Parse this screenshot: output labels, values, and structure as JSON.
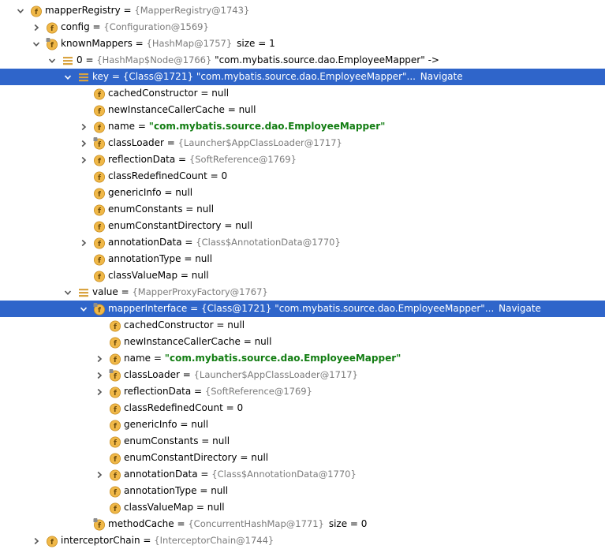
{
  "colors": {
    "selection": "#2f65ca",
    "field_icon": "#f0b848",
    "type_text": "#7b7b7b",
    "string_value": "#127d12"
  },
  "rows": [
    {
      "depth": 0,
      "arrow": "down",
      "icon": "field-icon",
      "name": "mapperRegistry",
      "type": "{MapperRegistry@1743}"
    },
    {
      "depth": 1,
      "arrow": "right",
      "icon": "field-icon",
      "name": "config",
      "type": "{Configuration@1569}"
    },
    {
      "depth": 1,
      "arrow": "down",
      "icon": "field-lock-icon",
      "name": "knownMappers",
      "type": "{HashMap@1757}",
      "extra": "size = 1"
    },
    {
      "depth": 2,
      "arrow": "down",
      "icon": "entry-icon",
      "name": "0",
      "type": "{HashMap$Node@1766}",
      "value": "\"com.mybatis.source.dao.EmployeeMapper\" ->"
    },
    {
      "depth": 3,
      "arrow": "down",
      "icon": "entry-icon",
      "name": "key",
      "selected": true,
      "value": "{Class@1721} \"com.mybatis.source.dao.EmployeeMapper\"...",
      "nav": "Navigate"
    },
    {
      "depth": 4,
      "icon": "field-icon",
      "name": "cachedConstructor",
      "value": "null"
    },
    {
      "depth": 4,
      "icon": "field-icon",
      "name": "newInstanceCallerCache",
      "value": "null"
    },
    {
      "depth": 4,
      "arrow": "right",
      "icon": "field-icon",
      "name": "name",
      "str": "\"com.mybatis.source.dao.EmployeeMapper\""
    },
    {
      "depth": 4,
      "arrow": "right",
      "icon": "field-lock-icon",
      "name": "classLoader",
      "type": "{Launcher$AppClassLoader@1717}"
    },
    {
      "depth": 4,
      "arrow": "right",
      "icon": "field-icon",
      "name": "reflectionData",
      "type": "{SoftReference@1769}"
    },
    {
      "depth": 4,
      "icon": "field-icon",
      "name": "classRedefinedCount",
      "value": "0"
    },
    {
      "depth": 4,
      "icon": "field-icon",
      "name": "genericInfo",
      "value": "null"
    },
    {
      "depth": 4,
      "icon": "field-icon",
      "name": "enumConstants",
      "value": "null"
    },
    {
      "depth": 4,
      "icon": "field-icon",
      "name": "enumConstantDirectory",
      "value": "null"
    },
    {
      "depth": 4,
      "arrow": "right",
      "icon": "field-icon",
      "name": "annotationData",
      "type": "{Class$AnnotationData@1770}"
    },
    {
      "depth": 4,
      "icon": "field-icon",
      "name": "annotationType",
      "value": "null"
    },
    {
      "depth": 4,
      "icon": "field-icon",
      "name": "classValueMap",
      "value": "null"
    },
    {
      "depth": 3,
      "arrow": "down",
      "icon": "entry-icon",
      "name": "value",
      "type": "{MapperProxyFactory@1767}"
    },
    {
      "depth": 4,
      "arrow": "down",
      "icon": "field-lock-icon",
      "name": "mapperInterface",
      "selected": true,
      "value": "{Class@1721} \"com.mybatis.source.dao.EmployeeMapper\"...",
      "nav": "Navigate"
    },
    {
      "depth": 5,
      "icon": "field-icon",
      "name": "cachedConstructor",
      "value": "null"
    },
    {
      "depth": 5,
      "icon": "field-icon",
      "name": "newInstanceCallerCache",
      "value": "null"
    },
    {
      "depth": 5,
      "arrow": "right",
      "icon": "field-icon",
      "name": "name",
      "str": "\"com.mybatis.source.dao.EmployeeMapper\""
    },
    {
      "depth": 5,
      "arrow": "right",
      "icon": "field-lock-icon",
      "name": "classLoader",
      "type": "{Launcher$AppClassLoader@1717}"
    },
    {
      "depth": 5,
      "arrow": "right",
      "icon": "field-icon",
      "name": "reflectionData",
      "type": "{SoftReference@1769}"
    },
    {
      "depth": 5,
      "icon": "field-icon",
      "name": "classRedefinedCount",
      "value": "0"
    },
    {
      "depth": 5,
      "icon": "field-icon",
      "name": "genericInfo",
      "value": "null"
    },
    {
      "depth": 5,
      "icon": "field-icon",
      "name": "enumConstants",
      "value": "null"
    },
    {
      "depth": 5,
      "icon": "field-icon",
      "name": "enumConstantDirectory",
      "value": "null"
    },
    {
      "depth": 5,
      "arrow": "right",
      "icon": "field-icon",
      "name": "annotationData",
      "type": "{Class$AnnotationData@1770}"
    },
    {
      "depth": 5,
      "icon": "field-icon",
      "name": "annotationType",
      "value": "null"
    },
    {
      "depth": 5,
      "icon": "field-icon",
      "name": "classValueMap",
      "value": "null"
    },
    {
      "depth": 4,
      "icon": "field-lock-icon",
      "name": "methodCache",
      "type": "{ConcurrentHashMap@1771}",
      "extra": "size = 0"
    },
    {
      "depth": 1,
      "arrow": "right",
      "icon": "field-icon",
      "name": "interceptorChain",
      "type": "{InterceptorChain@1744}"
    }
  ]
}
